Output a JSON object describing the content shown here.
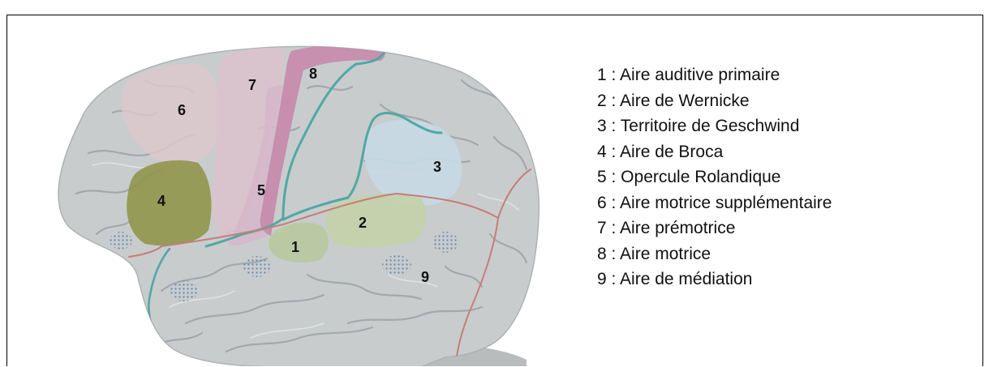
{
  "regions": [
    {
      "number": "1",
      "name": "Aire auditive primaire",
      "color": "#b6c9a0"
    },
    {
      "number": "2",
      "name": "Aire de Wernicke",
      "color": "#c3d2a8"
    },
    {
      "number": "3",
      "name": "Territoire de Geschwind",
      "color": "#c7d9e6"
    },
    {
      "number": "4",
      "name": "Aire de Broca",
      "color": "#8e9448"
    },
    {
      "number": "5",
      "name": "Opercule Rolandique",
      "color": "#d6b6c9"
    },
    {
      "number": "6",
      "name": "Aire motrice supplémentaire",
      "color": "#dcc7cb"
    },
    {
      "number": "7",
      "name": "Aire prémotrice",
      "color": "#dcc2cc"
    },
    {
      "number": "8",
      "name": "Aire motrice",
      "color": "#c58aab"
    },
    {
      "number": "9",
      "name": "Aire de médiation",
      "color": "#9fb3c8"
    }
  ],
  "legend": [
    {
      "text": "1 : Aire auditive primaire"
    },
    {
      "text": "2 : Aire de Wernicke"
    },
    {
      "text": "3 : Territoire de Geschwind"
    },
    {
      "text": "4 : Aire de Broca"
    },
    {
      "text": "5 : Opercule Rolandique"
    },
    {
      "text": "6 : Aire motrice supplémentaire"
    },
    {
      "text": "7 : Aire prémotrice"
    },
    {
      "text": "8 : Aire motrice"
    },
    {
      "text": "9 : Aire de médiation"
    }
  ],
  "colors": {
    "brain": "#c9cccd",
    "sulcus": "#9ea3a6",
    "boundary_teal": "#4fa9a3",
    "boundary_red": "#c57d7a",
    "mediation_dots": "#6f8fb3"
  }
}
